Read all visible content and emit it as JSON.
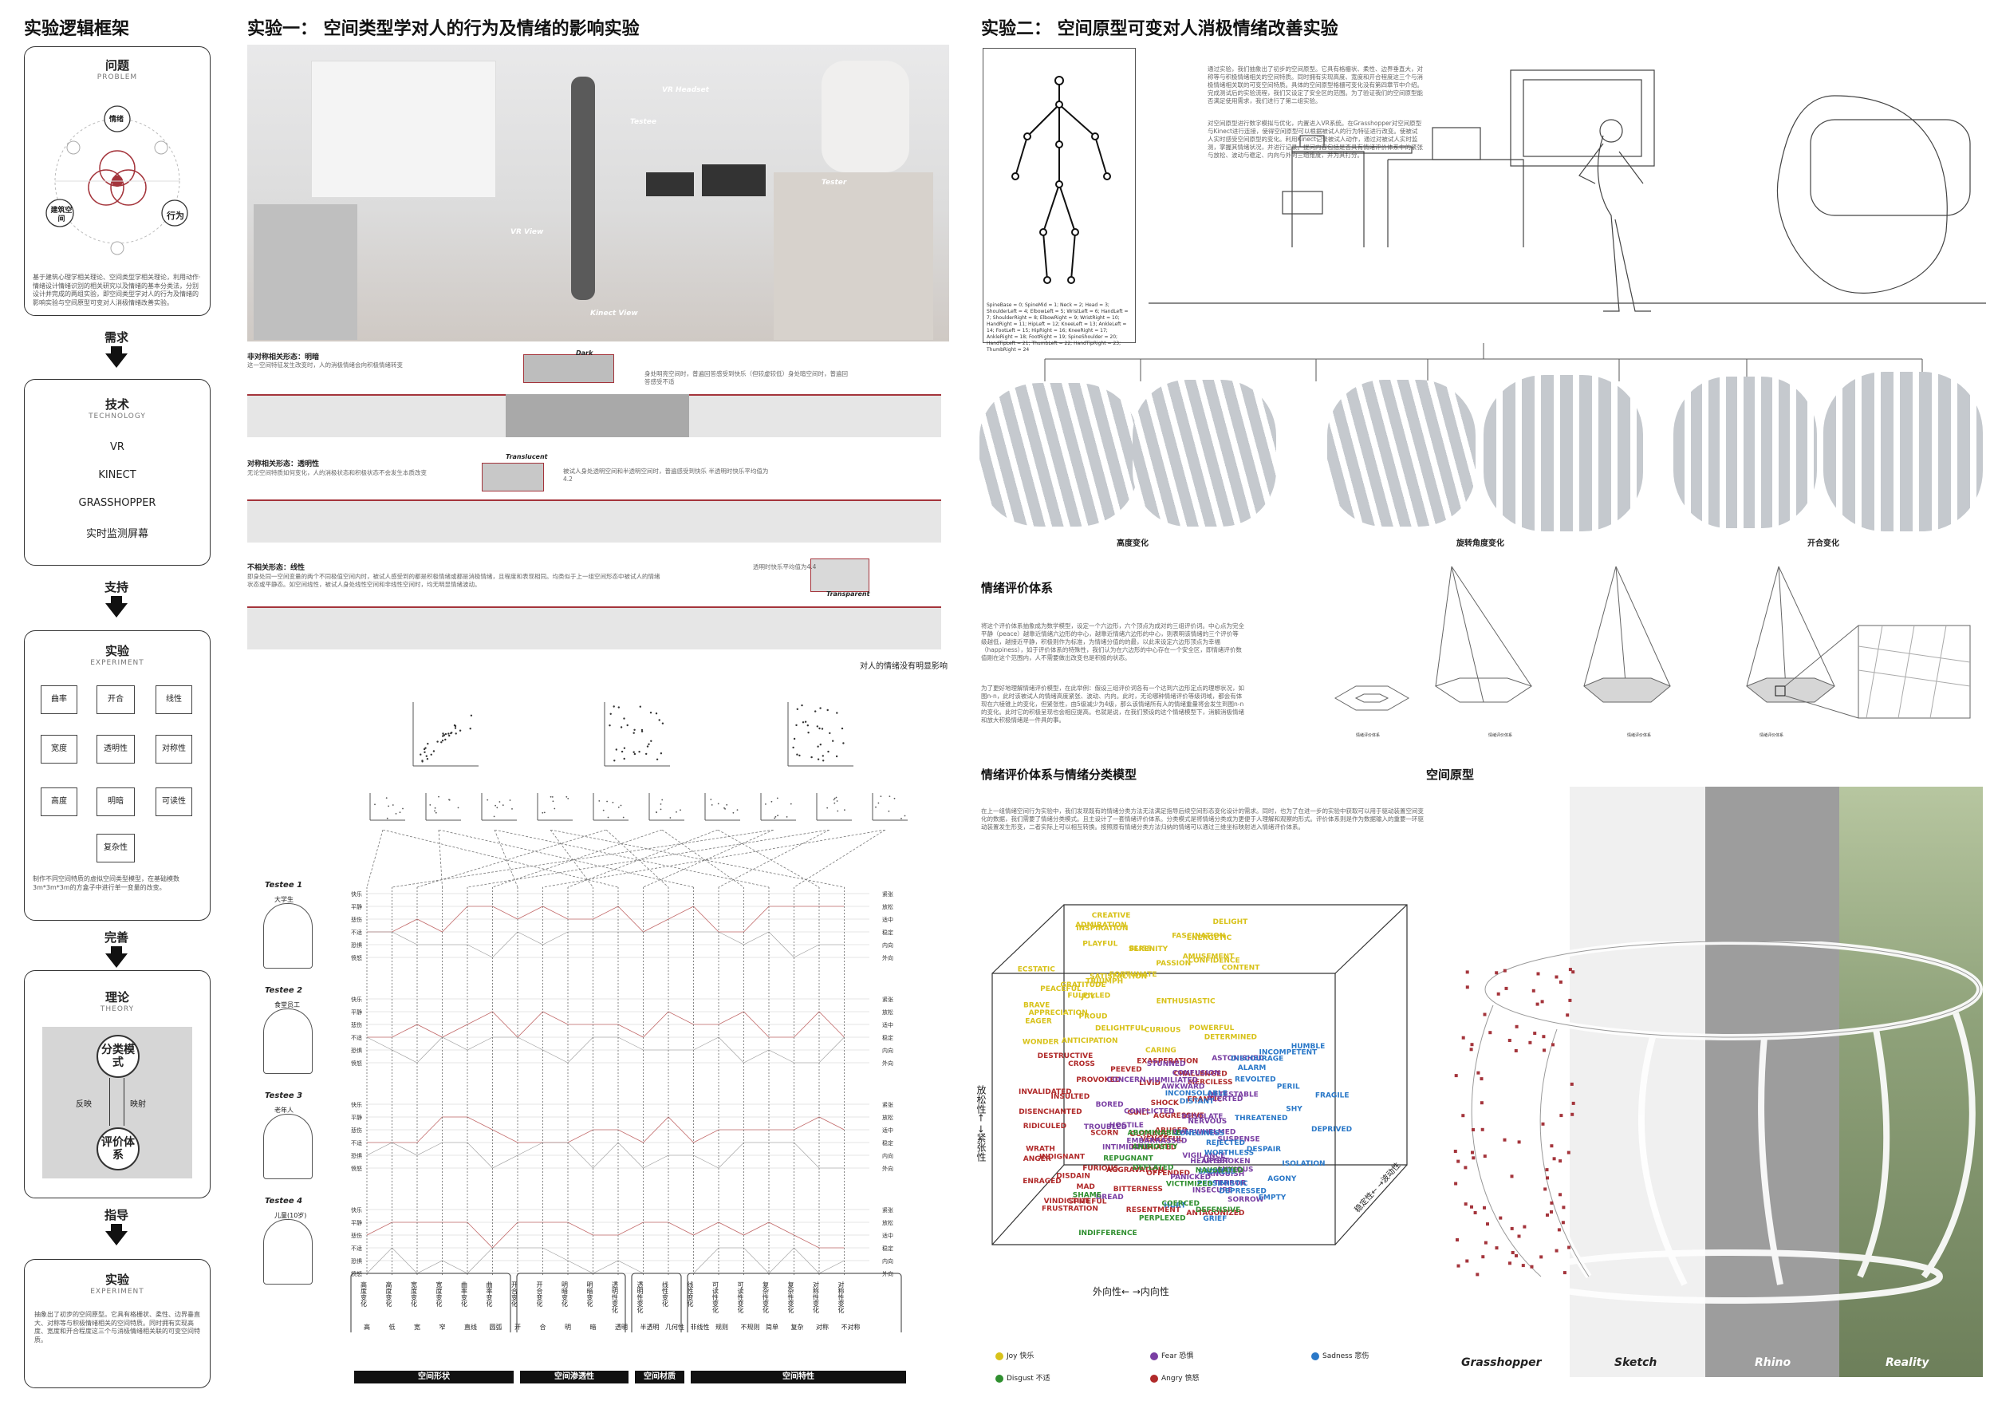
{
  "left_panel": {
    "title": "实验逻辑框架",
    "box_problem": {
      "title": "问题",
      "subtitle": "PROBLEM",
      "nodes": [
        "情绪",
        "建筑空间",
        "行为"
      ],
      "text": "基于建筑心理学相关理论、空间类型学相关理论，利用动作·情绪设计情绪识别的相关研究以及情绪的基本分类法，分别设计并完成的两组实验，即空间类型学对人的行为及情绪的影响实验与空间原型可变对人消极情绪改善实验。"
    },
    "arrow_1": "需求",
    "box_tech": {
      "title": "技术",
      "subtitle": "TECHNOLOGY",
      "items": [
        "VR",
        "KINECT",
        "GRASSHOPPER",
        "实时监测屏幕"
      ]
    },
    "arrow_2": "支持",
    "box_experiment": {
      "title": "实验",
      "subtitle": "EXPERIMENT",
      "cells": [
        "曲率",
        "开合",
        "线性",
        "宽度",
        "透明性",
        "对称性",
        "高度",
        "明暗",
        "可读性",
        "复杂性"
      ],
      "text": "制作不同空间特质的虚拟空间类型模型，在基础模数3m*3m*3m的方盒子中进行单一变量的改变。"
    },
    "arrow_3": "完善",
    "box_theory": {
      "title": "理论",
      "subtitle": "THEORY",
      "node_top": "分类模式",
      "node_bottom": "评价体系",
      "left_label": "反映",
      "right_label": "映射"
    },
    "arrow_4": "指导",
    "box_experiment2": {
      "title": "实验",
      "subtitle": "EXPERIMENT",
      "text": "抽象出了初步的空间原型。它具有格栅状、柔性、边界垂直大、对称等与积极情绪相关的空间特质。同时拥有实现高度、宽度和开合程度这三个与消极情绪相关联的可变空间特质。"
    }
  },
  "exp1": {
    "title": "实验一： 空间类型学对人的行为及情绪的影响实验",
    "photo_labels": [
      "VR Headset",
      "Testee",
      "Tester",
      "VR View",
      "Kinect View"
    ],
    "rows": [
      {
        "heading": "非对称相关形态：明暗",
        "desc": "这一空间特征发生改变时，人的消极情绪会向积极情绪转变",
        "tag": "Dark",
        "note": "身处明亮空间时，普遍回答感受到快乐（但较虚较低）身处暗空间时，普遍回答感受不适"
      },
      {
        "heading": "对称相关形态：透明性",
        "desc": "无论空间特质如何变化，人的消极状态和积极状态不会发生本质改变",
        "tag": "Translucent",
        "note": "被试人身处透明空间和半透明空间时，普遍感受到快乐 半透明时快乐平均值为4.2"
      },
      {
        "heading": "不相关形态：线性",
        "desc": "即身处同一空间变量的两个不同极值空间内时，被试人感受到的都是积极情绪或都是消极情绪，且程度和表现相同。均类似于上一组空间形态中被试人的情绪状态或平静态。如空间线性，被试人身处线性空间和非线性空间时，均无明显情绪波动。",
        "tag": "Transparent",
        "note": "透明时快乐平均值为4.4"
      }
    ],
    "row_footnote": "对人的情绪没有明显影响",
    "testees": [
      {
        "name": "Testee  1",
        "role": "大学生"
      },
      {
        "name": "Testee  2",
        "role": "食堂员工"
      },
      {
        "name": "Testee  3",
        "role": "老年人"
      },
      {
        "name": "Testee  4",
        "role": "儿童(10岁)"
      }
    ],
    "emotions_left": [
      "快乐",
      "平静",
      "悲伤",
      "不适",
      "恐惧",
      "愤怒"
    ],
    "emotions_right": [
      "紧张",
      "放松",
      "适中",
      "稳定",
      "内向",
      "外向"
    ],
    "columns": [
      {
        "top": "高度变化",
        "bottom": "高"
      },
      {
        "top": "高度变化",
        "bottom": "低"
      },
      {
        "top": "宽度变化",
        "bottom": "宽"
      },
      {
        "top": "宽度变化",
        "bottom": "窄"
      },
      {
        "top": "曲率变化",
        "bottom": "直线"
      },
      {
        "top": "曲率变化",
        "bottom": "圆弧"
      },
      {
        "top": "开合变化",
        "bottom": "开"
      },
      {
        "top": "开合变化",
        "bottom": "合"
      },
      {
        "top": "明暗变化",
        "bottom": "明"
      },
      {
        "top": "明暗变化",
        "bottom": "暗"
      },
      {
        "top": "透明性变化",
        "bottom": "透明"
      },
      {
        "top": "透明性变化",
        "bottom": "半透明"
      },
      {
        "top": "线性变化",
        "bottom": "几何性"
      },
      {
        "top": "线性变化",
        "bottom": "非线性"
      },
      {
        "top": "可读性变化",
        "bottom": "规则"
      },
      {
        "top": "可读性变化",
        "bottom": "不规则"
      },
      {
        "top": "复杂性变化",
        "bottom": "简单"
      },
      {
        "top": "复杂性变化",
        "bottom": "复杂"
      },
      {
        "top": "对称性变化",
        "bottom": "对称"
      },
      {
        "top": "对称性变化",
        "bottom": "不对称"
      }
    ],
    "groups": [
      "空间形状",
      "空间渗透性",
      "空间材质",
      "空间特性"
    ]
  },
  "exp2": {
    "title": "实验二： 空间原型可变对人消极情绪改善实验",
    "intro_1": "通过实验，我们抽象出了初步的空间原型。它具有格栅状、柔性、边界垂直大，对称等与积极情绪相关的空间特质。同时拥有实现高度、宽度和开合程度这三个与消极情绪相关联的可变空间特质。具体的空间原型格栅可变化没有第四章节中介绍。完成测试后的实验流程，我们又设定了安全区的范围。为了验证我们的空间原型能否满足使用需求，我们进行了第二组实验。",
    "intro_2": "对空间原型进行数字模拟与优化，内置进入VR系统。在Grasshopper对空间原型与Kinect进行连接，使得空间原型可以根据被试人的行为特征进行改变。使被试人实时感受空间原型的变化。利用Kinect记录被试人动作，通过对被试人实时监测，掌握其情绪状况，并进行记录。提问内容包括是否具有情绪评价体系中的紧张与放松、波动与稳定、内向与外向三组维度，并为其打分。",
    "skeleton_caption": "SpineBase = 0; SpineMid = 1; Neck = 2; Head = 3; ShoulderLeft = 4; ElbowLeft = 5; WristLeft = 6; HandLeft = 7; ShoulderRight = 8; ElbowRight = 9; WristRight = 10; HandRight = 11; HipLeft = 12; KneeLeft = 13; AnkleLeft = 14; FootLeft = 15; HipRight = 16; KneeRight = 17; AnkleRight = 18; FootRight = 19; SpineShoulder = 20; HandTipLeft = 21; ThumbLeft = 22; HandTipRight = 23; ThumbRight = 24",
    "shape_labels": [
      "高度变化",
      "旋转角度变化",
      "开合变化"
    ],
    "eval_title": "情绪评价体系",
    "eval_text_1": "将这个评价体系抽象成为数学模型，设定一个六边形，六个顶点为成对的三组评价词。中心点为完全平静（peace）越靠近情绪六边形的中心，越靠近情绪六边形的中心，则表明该情绪的三个评价等级越低，越接近平静，积极则作为标准，为情绪分值的的最，以此来设定六边形顶点为幸福（happiness），如于评价体系的特殊性，我们认为在六边形的中心存在一个安全区，即情绪评价数值刚在这个范围内，人不需要做出改变也是积极的状态。",
    "eval_text_2": "为了更好地理解情绪评价模型，在此举例：假设三组评价词各有一个达到六边形定点的理想状况，如图n-n，此时该被试人的情绪高度紧张、波动、内向。此时，无论哪种情绪评价等级词域，都会有体现在六棱锥上的变化，但紧张性，由5级减少为4级，那么该情绪所有人的情绪重量将会发生到图n-n的变化。此时它的积极呈现也会相应提高。也就是说，在我们预设的这个情绪模型下，消解消极情绪和放大积极情绪是一件具的事。",
    "pyramid_labels": [
      "情绪评价体系",
      "情绪评价体系",
      "情绪评价体系",
      "情绪评价体系"
    ],
    "model_title": "情绪评价体系与情绪分类模型",
    "model_text": "在上一组情绪空间行为实验中，我们发现既有的情绪分类方法无法满足指导后续空间形态变化设计的需求。同时，也为了在进一步的实验中获取可以用于驱动装置空间变化的数据，我们需要了情绪分类模式。且主设计了一套情绪评价体系。分类模式是将情绪分类成为更便于人理解和观察的形式。评价体系则是作为数据输入的重要一环驱动装置发生形变，二者实际上可以相互转换。按照原有情绪分类方法归纳的情绪可以通过三维坐标映射进入情绪评价体系。",
    "axis_y": "放松性← →紧张性",
    "axis_x": "外向性←  →内向性",
    "axis_z": "稳定性← →波动性",
    "emotion_words": {
      "joy": [
        "CREATIVE",
        "ADMIRATION",
        "DELIGHT",
        "INSPIRATION",
        "ENERGETIC",
        "FASCINATION",
        "PLAYFUL",
        "SERENITY",
        "BLISS",
        "AMUSEMENT",
        "CONFIDENCE",
        "PASSION",
        "ECSTATIC",
        "CONTENT",
        "FORTUNATE",
        "SATISFACTION",
        "TRIUMPH",
        "GRATITUDE",
        "PEACEFUL",
        "FULFILLED",
        "JOY",
        "ENTHUSIASTIC",
        "BRAVE",
        "APPRECIATION",
        "PROUD",
        "EAGER",
        "POWERFUL",
        "DELIGHTFUL",
        "CURIOUS",
        "DETERMINED",
        "ANTICIPATION",
        "WONDER",
        "CARING"
      ],
      "anger": [
        "DESTRUCTIVE",
        "EXASPERATION",
        "CROSS",
        "PEEVED",
        "CHALLENGED",
        "PROVOKED",
        "LIVID",
        "MERCILESS",
        "INVALIDATED",
        "FRANTIC",
        "INSULTED",
        "SHOCK",
        "GUILT",
        "DISENCHANTED",
        "AGGRESSIVE",
        "RIDICULED",
        "ABUSED",
        "SCORN",
        "OUTRAGE",
        "VENGEFUL",
        "WRATH",
        "INFURIATED",
        "INDIGNANT",
        "ANGER",
        "FURIOUS",
        "AGGRAVATION",
        "OFFENDED",
        "DISDAIN",
        "ENRAGED",
        "MAD",
        "BITTERNESS",
        "VINDICTIVE",
        "SPITEFUL",
        "RESENTMENT",
        "FRUSTRATION",
        "ANTAGONIZED"
      ],
      "fear": [
        "ASTONISHED",
        "STUNNED",
        "CONFUSION",
        "HUMILIATED",
        "CONCERN",
        "AWKWARD",
        "DETESTABLE",
        "ALERTED",
        "BORED",
        "CONFLICTED",
        "DESOLATE",
        "NERVOUS",
        "HOSTILE",
        "TROUBLED",
        "OVERWHELMED",
        "SUSPENSE",
        "EMBARRASSED",
        "INTIMIDATE",
        "VIGILANCE",
        "UPSET",
        "HEARTBROKEN",
        "ANXIOUS",
        "ANGUISH",
        "PANICKED",
        "TERROR",
        "INSECURE",
        "DREAD",
        "SORROW"
      ],
      "sadness": [
        "HUMBLE",
        "INCOMPETENT",
        "DISCOURAGE",
        "ALARM",
        "REVOLTED",
        "PERIL",
        "INCONSOLABLE",
        "FRAGILE",
        "DISTANT",
        "SHY",
        "THREATENED",
        "DEPRIVED",
        "LONELINESS",
        "REJECTED",
        "DESPAIR",
        "WORTHLESS",
        "ISOLATION",
        "SADNESS",
        "AGONY",
        "PESSIMISTIC",
        "DEPRESSED",
        "EMPTY",
        "HURT",
        "GRIEF"
      ],
      "disgust": [
        "ABOMINABLE",
        "ANIMOSITY",
        "REPUGNANT",
        "DEFLATED",
        "NAUSEATED",
        "VICTIMIZED",
        "SHAME",
        "COERCED",
        "DEFENSIVE",
        "PERPLEXED",
        "INDIFFERENCE"
      ]
    },
    "legend": [
      {
        "label": "Joy 快乐",
        "color": "#d8c21a"
      },
      {
        "label": "Fear 恐惧",
        "color": "#7a3fa3"
      },
      {
        "label": "Sadness 悲伤",
        "color": "#2a78c8"
      },
      {
        "label": "Disgust 不适",
        "color": "#2f8f2f"
      },
      {
        "label": "Angry 愤怒",
        "color": "#b02a2a"
      }
    ],
    "prototype_title": "空间原型",
    "prototype_panels": [
      "Grasshopper",
      "Sketch",
      "Rhino",
      "Reality"
    ]
  }
}
